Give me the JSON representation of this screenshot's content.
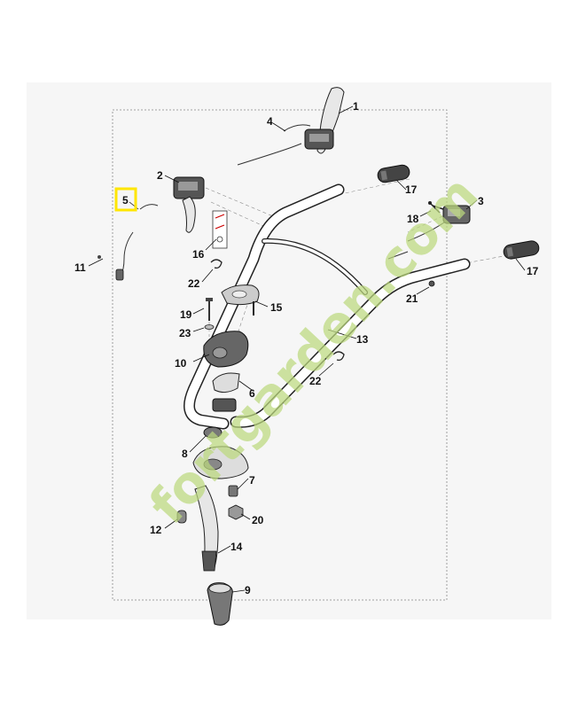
{
  "watermark": {
    "text": "fortgarden.com",
    "accent_color": "#f0b860",
    "text_color": "#bcd97e"
  },
  "highlight": {
    "part": "5",
    "color": "#ffe600"
  },
  "callouts": {
    "c1": "1",
    "c2": "2",
    "c3": "3",
    "c4": "4",
    "c5": "5",
    "c6": "6",
    "c7": "7",
    "c8": "8",
    "c9": "9",
    "c10": "10",
    "c11": "11",
    "c12": "12",
    "c13": "13",
    "c14": "14",
    "c15": "15",
    "c16": "16",
    "c17a": "17",
    "c17b": "17",
    "c18": "18",
    "c19": "19",
    "c20": "20",
    "c21": "21",
    "c22a": "22",
    "c22b": "22",
    "c23": "23"
  }
}
